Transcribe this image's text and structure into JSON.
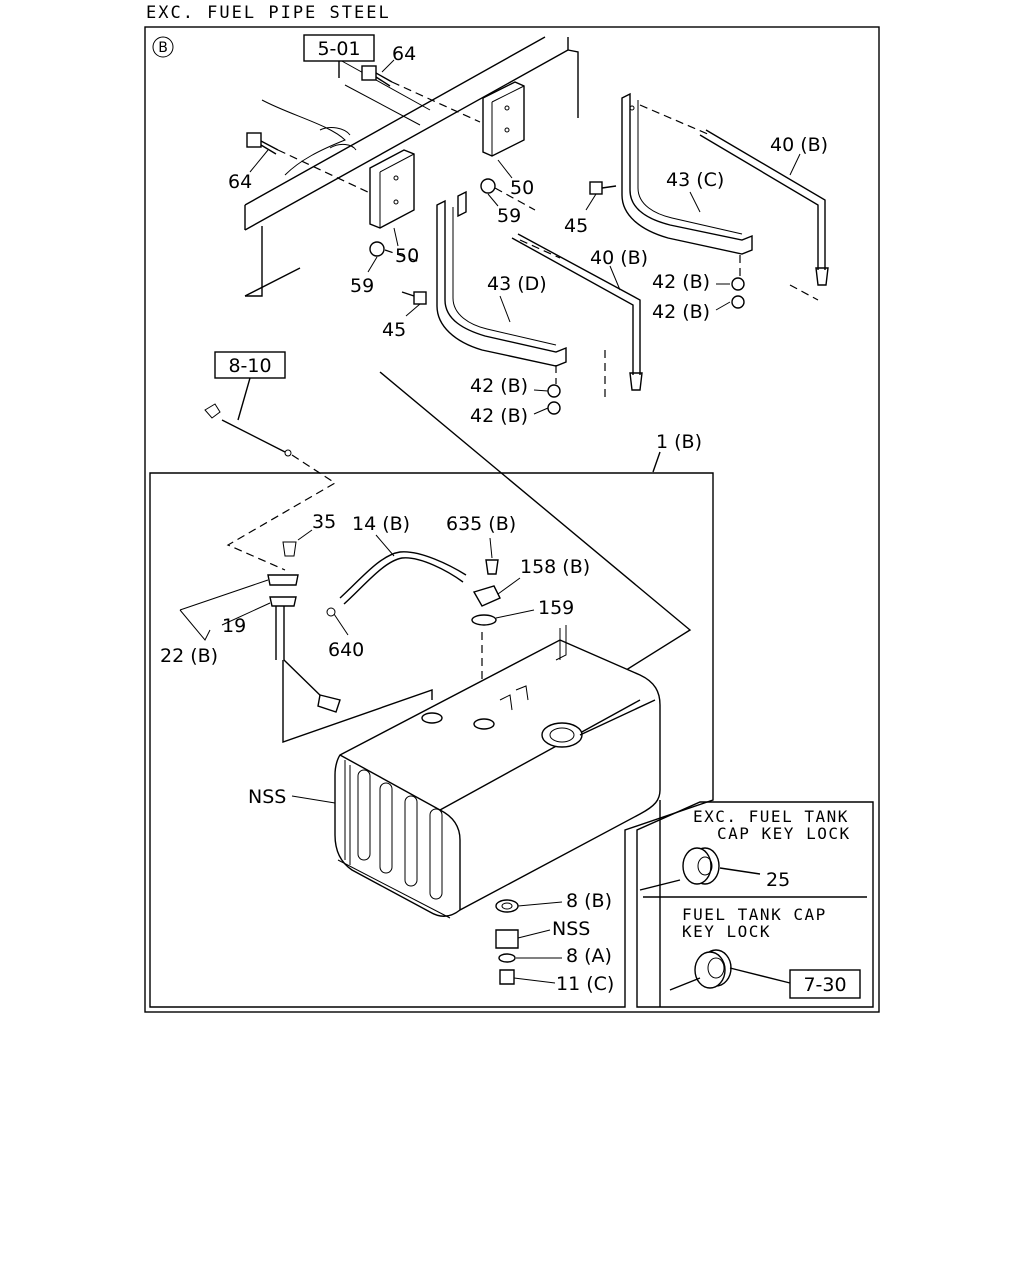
{
  "title": "EXC. FUEL PIPE STEEL",
  "view_marker": "B",
  "refs": {
    "ref_5_01": "5-01",
    "ref_8_10": "8-10",
    "ref_7_30": "7-30"
  },
  "parts": {
    "p64_top": "64",
    "p64_left": "64",
    "p50_right": "50",
    "p50_left": "50",
    "p59_right": "59",
    "p59_left": "59",
    "p45_right": "45",
    "p45_left": "45",
    "p40b_right": "40 (B)",
    "p40b_left": "40 (B)",
    "p43c": "43 (C)",
    "p43d": "43 (D)",
    "p42b_r1": "42 (B)",
    "p42b_r2": "42 (B)",
    "p42b_l1": "42 (B)",
    "p42b_l2": "42 (B)",
    "p1b": "1 (B)",
    "p35": "35",
    "p14b": "14 (B)",
    "p635b": "635 (B)",
    "p158b": "158 (B)",
    "p159": "159",
    "p19": "19",
    "p22b": "22 (B)",
    "p640": "640",
    "pnss_tank": "NSS",
    "p8b": "8 (B)",
    "pnss_plug": "NSS",
    "p8a": "8 (A)",
    "p11c": "11 (C)",
    "p25": "25"
  },
  "inset": {
    "heading_exc_1": "EXC. FUEL TANK",
    "heading_exc_2": "CAP KEY LOCK",
    "heading_key_1": "FUEL TANK CAP",
    "heading_key_2": "KEY LOCK"
  }
}
